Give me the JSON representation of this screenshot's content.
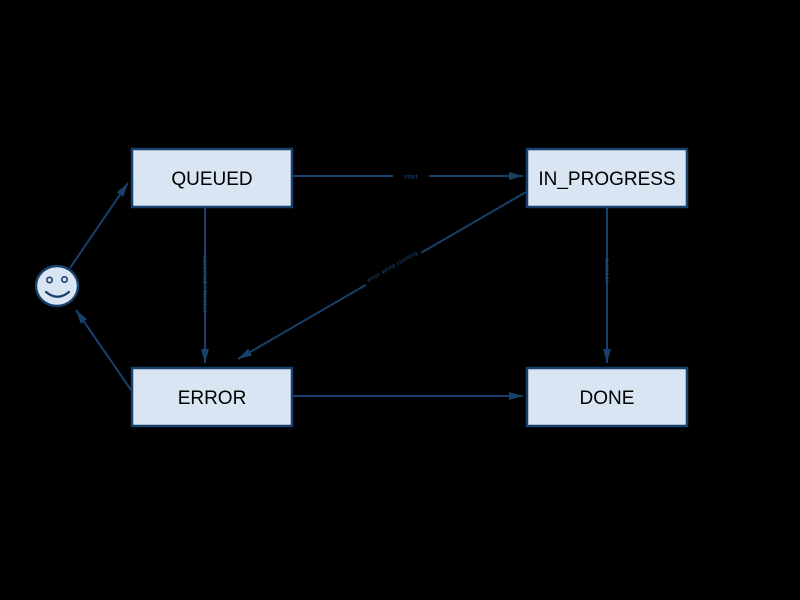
{
  "colors": {
    "background": "#000000",
    "node_fill": "#d9e5f3",
    "stroke": "#17406b",
    "node_text": "#000000"
  },
  "nodes": {
    "queued": {
      "label": "QUEUED"
    },
    "in_progress": {
      "label": "IN_PROGRESS"
    },
    "error": {
      "label": "ERROR"
    },
    "done": {
      "label": "DONE"
    }
  },
  "actor": {
    "icon": "smiley-face-icon"
  },
  "edges": {
    "actor_to_queued": {
      "from": "actor",
      "to": "QUEUED",
      "label": ""
    },
    "queued_to_in_progress": {
      "from": "QUEUED",
      "to": "IN_PROGRESS",
      "label": "start"
    },
    "queued_to_error": {
      "from": "QUEUED",
      "to": "ERROR",
      "label": "cancelled / timeout"
    },
    "in_progress_to_error": {
      "from": "IN_PROGRESS",
      "to": "ERROR",
      "label": "error while running"
    },
    "in_progress_to_done": {
      "from": "IN_PROGRESS",
      "to": "DONE",
      "label": "success"
    },
    "error_to_done": {
      "from": "ERROR",
      "to": "DONE",
      "label": ""
    },
    "error_to_actor": {
      "from": "ERROR",
      "to": "actor",
      "label": ""
    }
  }
}
